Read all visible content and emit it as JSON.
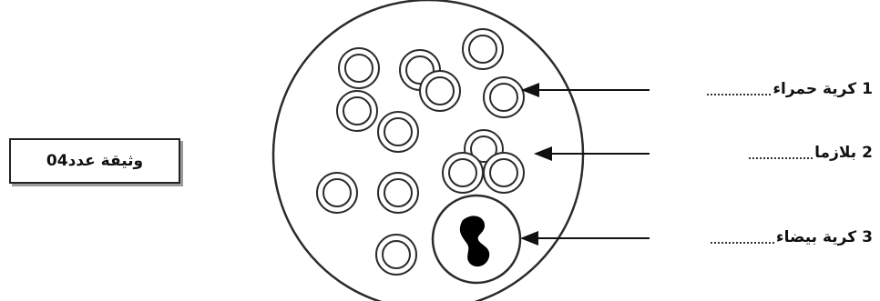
{
  "document_label": "وثيقة عدد04",
  "labels": [
    {
      "number": "1",
      "name": "كرية حمراء"
    },
    {
      "number": "2",
      "name": "بلازما"
    },
    {
      "number": "3",
      "name": "كرية بيضاء"
    }
  ],
  "colors": {
    "stroke": "#2b2b2b",
    "nucleus": "#000000",
    "background": "#ffffff"
  }
}
